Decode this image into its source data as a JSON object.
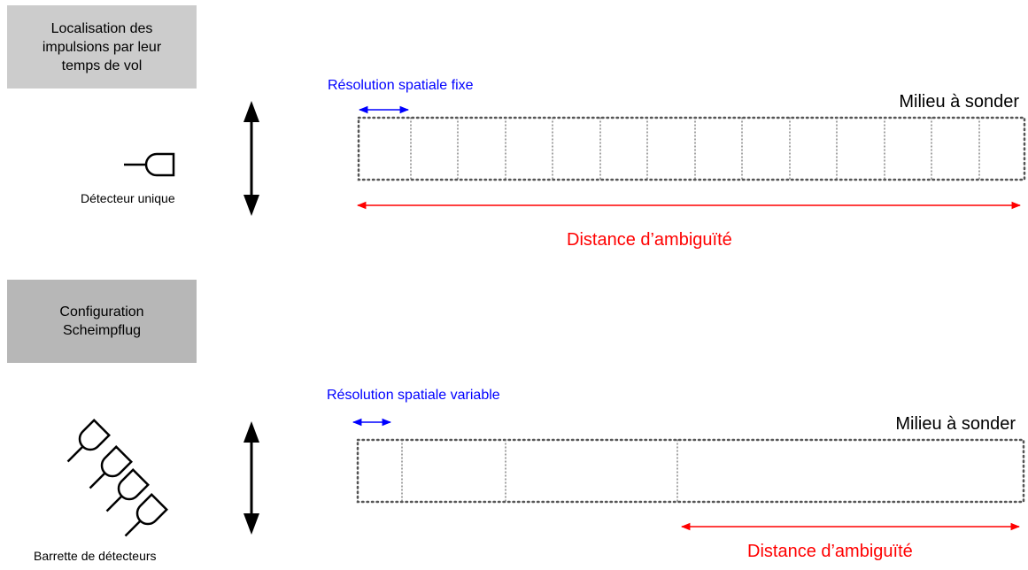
{
  "colors": {
    "box1_fill": "#cccccc",
    "box2_fill": "#b7b7b7",
    "resolution": "#0000ff",
    "ambiguity": "#ff0000",
    "ink": "#000000"
  },
  "icons": [
    "double-arrow-icon",
    "detector-icon"
  ],
  "section1": {
    "title": "Localisation des impulsions par leur temps de vol",
    "detector_label": "Détecteur unique",
    "resolution_label": "Résolution spatiale fixe",
    "medium_label": "Milieu à sonder",
    "ambiguity_label": "Distance d’ambiguïté"
  },
  "section2": {
    "title": "Configuration Scheimpflug",
    "detector_label": "Barrette de détecteurs",
    "resolution_label": "Résolution spatiale variable",
    "medium_label": "Milieu à sonder",
    "ambiguity_label": "Distance d’ambiguïté"
  }
}
